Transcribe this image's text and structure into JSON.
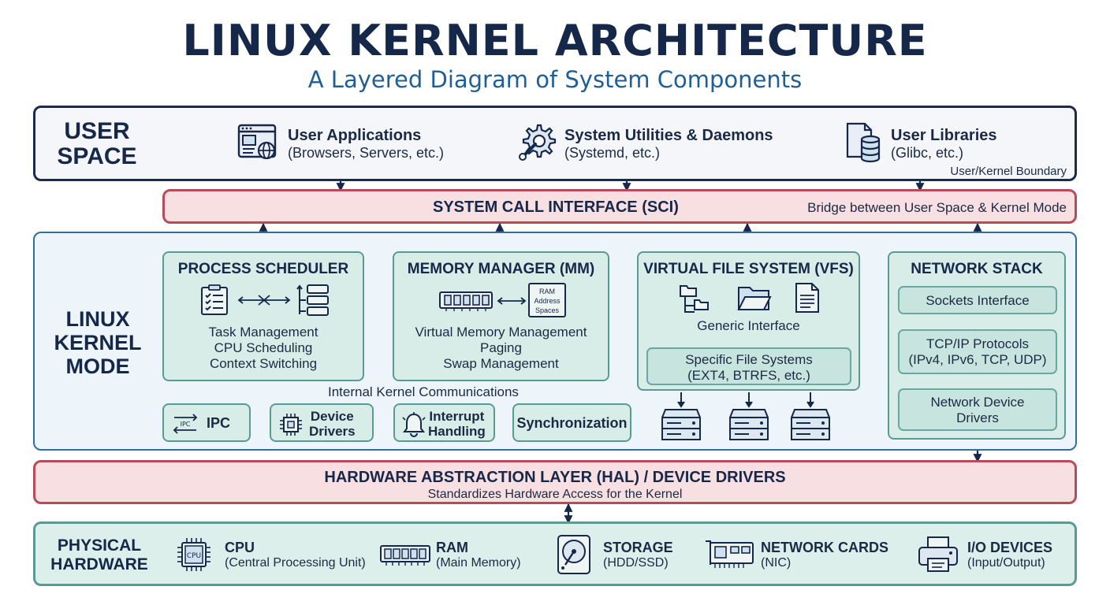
{
  "title": "LINUX KERNEL ARCHITECTURE",
  "subtitle": "A Layered Diagram of System Components",
  "user_space": {
    "label_line1": "USER",
    "label_line2": "SPACE",
    "items": [
      {
        "title": "User Applications",
        "desc": "(Browsers, Servers, etc.)",
        "icon": "browser-window-icon"
      },
      {
        "title": "System Utilities & Daemons",
        "desc": "(Systemd, etc.)",
        "icon": "gear-wrench-icon"
      },
      {
        "title": "User Libraries",
        "desc": "(Glibc, etc.)",
        "icon": "library-database-icon"
      }
    ],
    "boundary_note": "User/Kernel Boundary"
  },
  "sci": {
    "title": "SYSTEM CALL INTERFACE (SCI)",
    "note": "Bridge between User Space & Kernel Mode"
  },
  "kernel": {
    "label_line1": "LINUX",
    "label_line2": "KERNEL",
    "label_line3": "MODE",
    "scheduler": {
      "title": "PROCESS SCHEDULER",
      "lines": [
        "Task Management",
        "CPU Scheduling",
        "Context Switching"
      ]
    },
    "memory": {
      "title": "MEMORY MANAGER (MM)",
      "ram_box_lines": [
        "RAM",
        "Address",
        "Spaces"
      ],
      "lines": [
        "Virtual Memory Management",
        "Paging",
        "Swap Management"
      ]
    },
    "vfs": {
      "title": "VIRTUAL FILE SYSTEM (VFS)",
      "generic": "Generic Interface",
      "specific_title": "Specific File Systems",
      "specific_desc": "(EXT4, BTRFS, etc.)"
    },
    "network": {
      "title": "NETWORK STACK",
      "sockets": "Sockets Interface",
      "tcpip_title": "TCP/IP Protocols",
      "tcpip_desc": "(IPv4, IPv6, TCP, UDP)",
      "drivers_line1": "Network Device",
      "drivers_line2": "Drivers"
    },
    "internal_comm": "Internal Kernel Communications",
    "small_modules": {
      "ipc": "IPC",
      "ipc_icon_text": "IPC",
      "device_drivers_line1": "Device",
      "device_drivers_line2": "Drivers",
      "interrupt_line1": "Interrupt",
      "interrupt_line2": "Handling",
      "sync": "Synchronization"
    }
  },
  "hal": {
    "title": "HARDWARE ABSTRACTION LAYER (HAL) / DEVICE DRIVERS",
    "desc": "Standardizes Hardware Access for the Kernel"
  },
  "hardware": {
    "label_line1": "PHYSICAL",
    "label_line2": "HARDWARE",
    "cpu_chip_text": "CPU",
    "items": [
      {
        "title": "CPU",
        "desc": "(Central Processing Unit)",
        "icon": "cpu-chip-icon"
      },
      {
        "title": "RAM",
        "desc": "(Main Memory)",
        "icon": "ram-stick-icon"
      },
      {
        "title": "STORAGE",
        "desc": "(HDD/SSD)",
        "icon": "hard-disk-icon"
      },
      {
        "title": "NETWORK CARDS",
        "desc": "(NIC)",
        "icon": "network-card-icon"
      },
      {
        "title": "I/O DEVICES",
        "desc": "(Input/Output)",
        "icon": "printer-icon"
      }
    ]
  },
  "colors": {
    "navy": "#16284a",
    "blue": "#1f5f95",
    "red_border": "#b94a5a",
    "pink_fill": "#f8dfe2",
    "teal_border": "#5a9a95",
    "teal_fill": "#d9ede8"
  }
}
